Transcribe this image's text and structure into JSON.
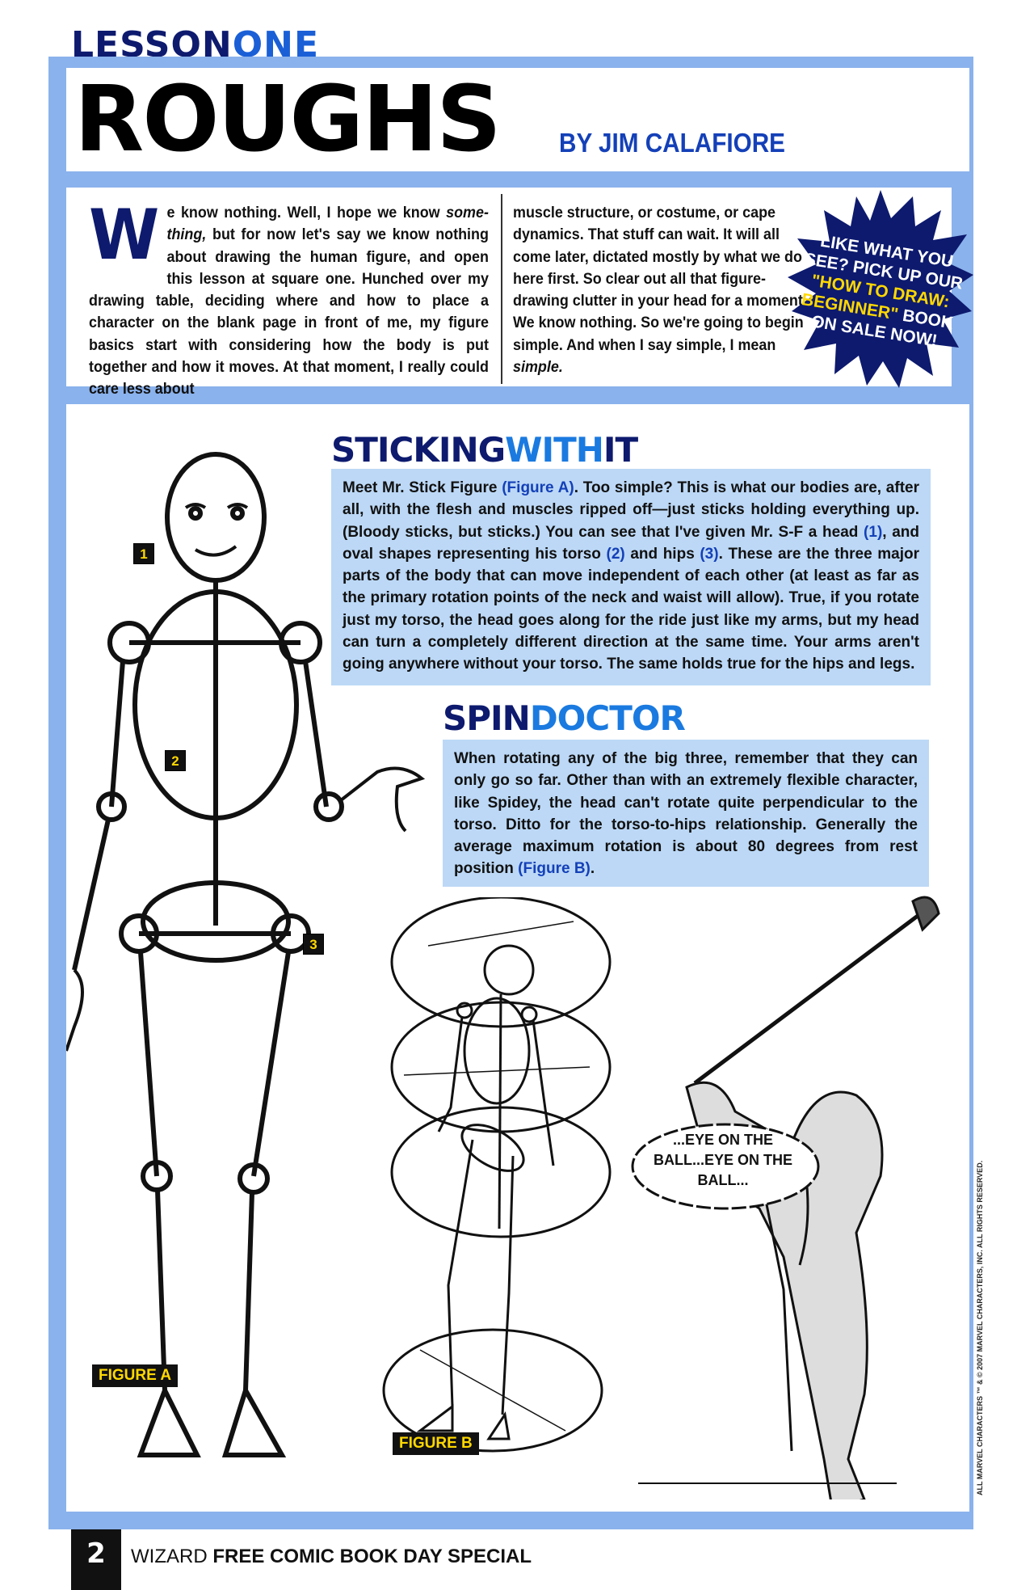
{
  "header": {
    "lesson_a": "LESSON",
    "lesson_b": "ONE",
    "title": "ROUGHS",
    "byline": "BY JIM CALAFIORE"
  },
  "intro": {
    "dropcap": "W",
    "col1_a": "e know nothing. Well, I hope we know ",
    "col1_em": "some-thing,",
    "col1_b": " but for now let's say we know nothing about drawing the human figure, and open this lesson at square one. Hunched over my drawing table, deciding where and how to place a character on the blank page in front of me, my figure basics start with considering how the body is put together and how it moves. At that moment, I really could care less about",
    "col2_a": "muscle structure, or costume, or cape dynamics. That stuff can wait. It will all come later, dictated mostly by what we do here first. So clear out all that figure-drawing clutter in your head for a moment. We know nothing. So we're going to begin simple. And when I say simple, I mean ",
    "col2_em": "simple."
  },
  "promo": {
    "a": "LIKE WHAT YOU SEE? PICK UP OUR ",
    "highlight": "\"HOW TO DRAW: BEGINNER\"",
    "b": " BOOK ON SALE NOW!",
    "color": "#0d1a6e"
  },
  "sticking": {
    "heading_a": "STICKING",
    "heading_b": "WITH",
    "heading_c": "IT",
    "t1": "Meet Mr. Stick Figure ",
    "r1": "(Figure A)",
    "t2": ". Too simple? This is what our bodies are, after all, with the flesh and muscles ripped off—just sticks holding everything up. (Bloody sticks, but sticks.) You can see that I've given Mr. S-F a head ",
    "r2": "(1)",
    "t3": ", and oval shapes representing his torso ",
    "r3": "(2)",
    "t4": " and hips ",
    "r4": "(3)",
    "t5": ". These are the three major parts of the body that can move independent of each other (at least as far as the primary rotation points of the neck and waist will allow). True, if you rotate just my torso, the head goes along for the ride just like my arms, but my head can turn a completely different direction at the same time. Your arms aren't going anywhere without your torso. The same holds true for the hips and legs."
  },
  "spin": {
    "heading_a": "SPIN",
    "heading_b": "DOCTOR",
    "t1": "When rotating any of the big three, remember that they can only go so far. Other than with an extremely flexible character, like Spidey, the head can't rotate quite perpendicular to the torso. Ditto for the torso-to-hips relationship. Generally the average maximum rotation is about 80 degrees from rest position ",
    "r1": "(Figure B)",
    "t2": "."
  },
  "figures": {
    "n1": "1",
    "n2": "2",
    "n3": "3",
    "figure_a": "FIGURE A",
    "figure_b": "FIGURE B",
    "bubble": "...EYE ON THE BALL...EYE ON THE BALL..."
  },
  "copyright": "ALL MARVEL CHARACTERS ™ & © 2007 MARVEL CHARACTERS, INC. ALL RIGHTS RESERVED.",
  "footer": {
    "page": "2",
    "brand": "WIZARD",
    "title": "FREE COMIC BOOK DAY SPECIAL"
  },
  "colors": {
    "navy": "#0d1a6e",
    "frame_blue": "#8ab2ec",
    "box_blue": "#bcd8f6",
    "label_yellow": "#ffd800"
  }
}
